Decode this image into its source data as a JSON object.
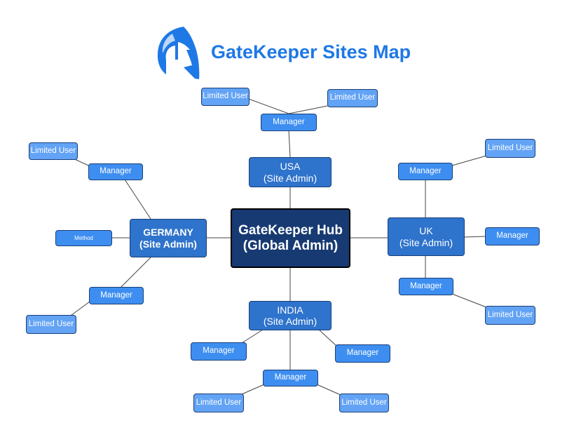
{
  "title": "GateKeeper Sites Map",
  "logo_icon": "spartan-helmet-icon",
  "colors": {
    "hub": "#173a72",
    "site": "#2e73cc",
    "manager": "#3d8ef0",
    "user": "#62a3f5",
    "title": "#1e78e6"
  },
  "hub": {
    "line1": "GateKeeper Hub",
    "line2": "(Global Admin)"
  },
  "sites": {
    "usa": {
      "line1": "USA",
      "line2": "(Site Admin)"
    },
    "germany": {
      "line1": "GERMANY",
      "line2": "(Site Admin)"
    },
    "uk": {
      "line1": "UK",
      "line2": "(Site Admin)"
    },
    "india": {
      "line1": "INDIA",
      "line2": "(Site Admin)"
    }
  },
  "usa": {
    "manager": "Manager",
    "user_left": "Limited User",
    "user_right": "Limited User"
  },
  "germany": {
    "manager_top": "Manager",
    "user_top": "Limited User",
    "method": "Method",
    "manager_bottom": "Manager",
    "user_bottom": "Limited User"
  },
  "uk": {
    "manager_top": "Manager",
    "user_top": "Limited User",
    "manager_right": "Manager",
    "manager_bottom": "Manager",
    "user_bottom": "Limited User"
  },
  "india": {
    "manager_left": "Manager",
    "manager_right": "Manager",
    "manager_bottom": "Manager",
    "user_left": "Limited User",
    "user_right": "Limited User"
  }
}
